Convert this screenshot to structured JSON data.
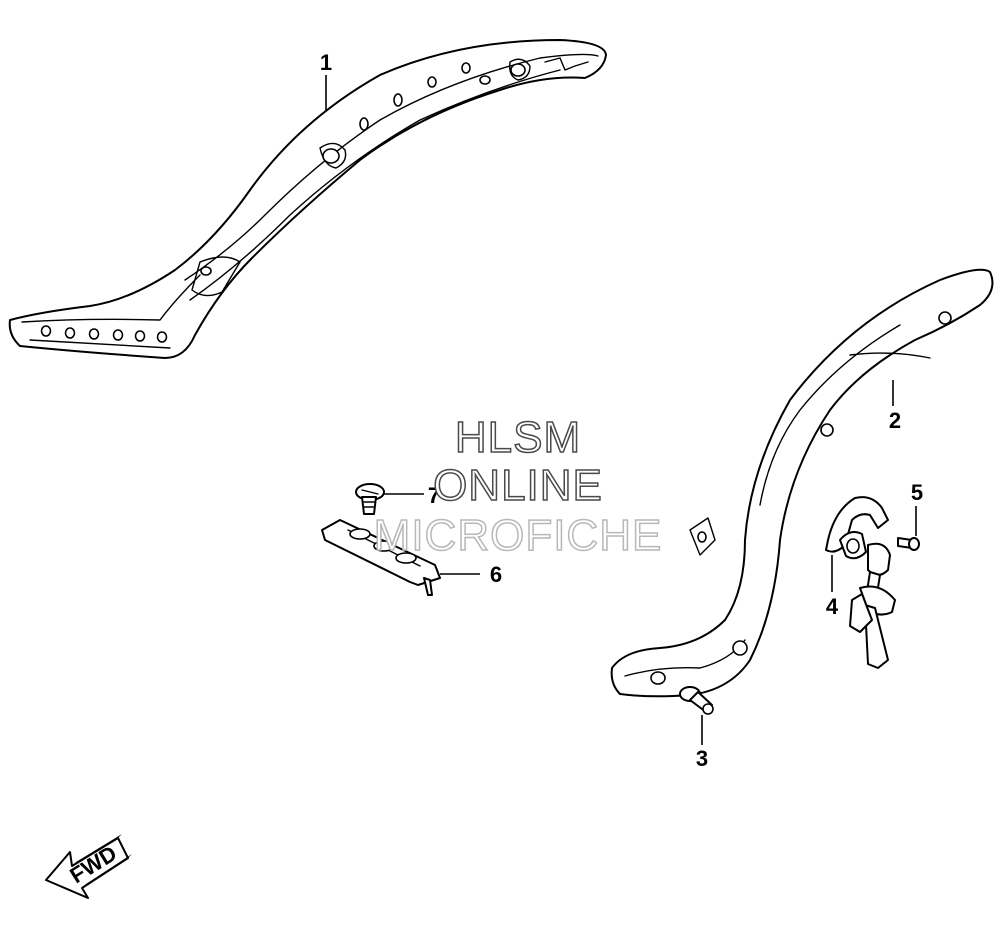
{
  "watermark": {
    "line1": "HLSM",
    "line2": "ONLINE",
    "line3": "MICROFICHE"
  },
  "callouts": {
    "part1": "1",
    "part2": "2",
    "part3": "3",
    "part4": "4",
    "part5": "5",
    "part6": "6",
    "part7": "7"
  },
  "direction_indicator": {
    "label": "FWD",
    "icon": "forward-arrow-icon"
  }
}
